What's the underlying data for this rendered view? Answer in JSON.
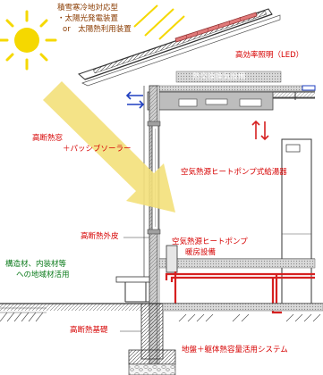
{
  "labels": {
    "solar_title": "積雪寒冷地対応型",
    "solar_item1": "・太陽光発電装置",
    "solar_item2": "or　太陽熱利用装置",
    "led_light": "高効率照明（LED）",
    "heat_exchange_vent": "熱交換換気設備",
    "high_insulation_window_line1": "高断熱窓",
    "high_insulation_window_line2": "＋パッシブソーラー",
    "heat_pump_water_heater": "空気熱源ヒートポンプ式給湯器",
    "high_insulation_skin": "高断熱外皮",
    "heat_pump_heating_line1": "空気熱源ヒートポンプ",
    "heat_pump_heating_line2": "暖房設備",
    "local_materials_line1": "構造材、内装材等",
    "local_materials_line2": "への地域材活用",
    "high_insulation_foundation": "高断熱基礎",
    "ground_heat_capacity": "地盤＋躯体熱容量活用システム"
  },
  "colors": {
    "brown_text": "#8a3b00",
    "red_text": "#d60000",
    "green_text": "#0a7a1a",
    "sun": "#f5d800",
    "sunlight_arrow": "#f3e07a",
    "solar_panel": "#e07a7a",
    "floor_heating_pipe": "#d62020",
    "vent_arrow_blue": "#1f3fc0",
    "vent_arrow_red": "#d62020"
  },
  "icons": [
    "sun-icon",
    "sunlight-ray-icon",
    "vent-arrow-icon",
    "up-down-arrow-icon"
  ]
}
